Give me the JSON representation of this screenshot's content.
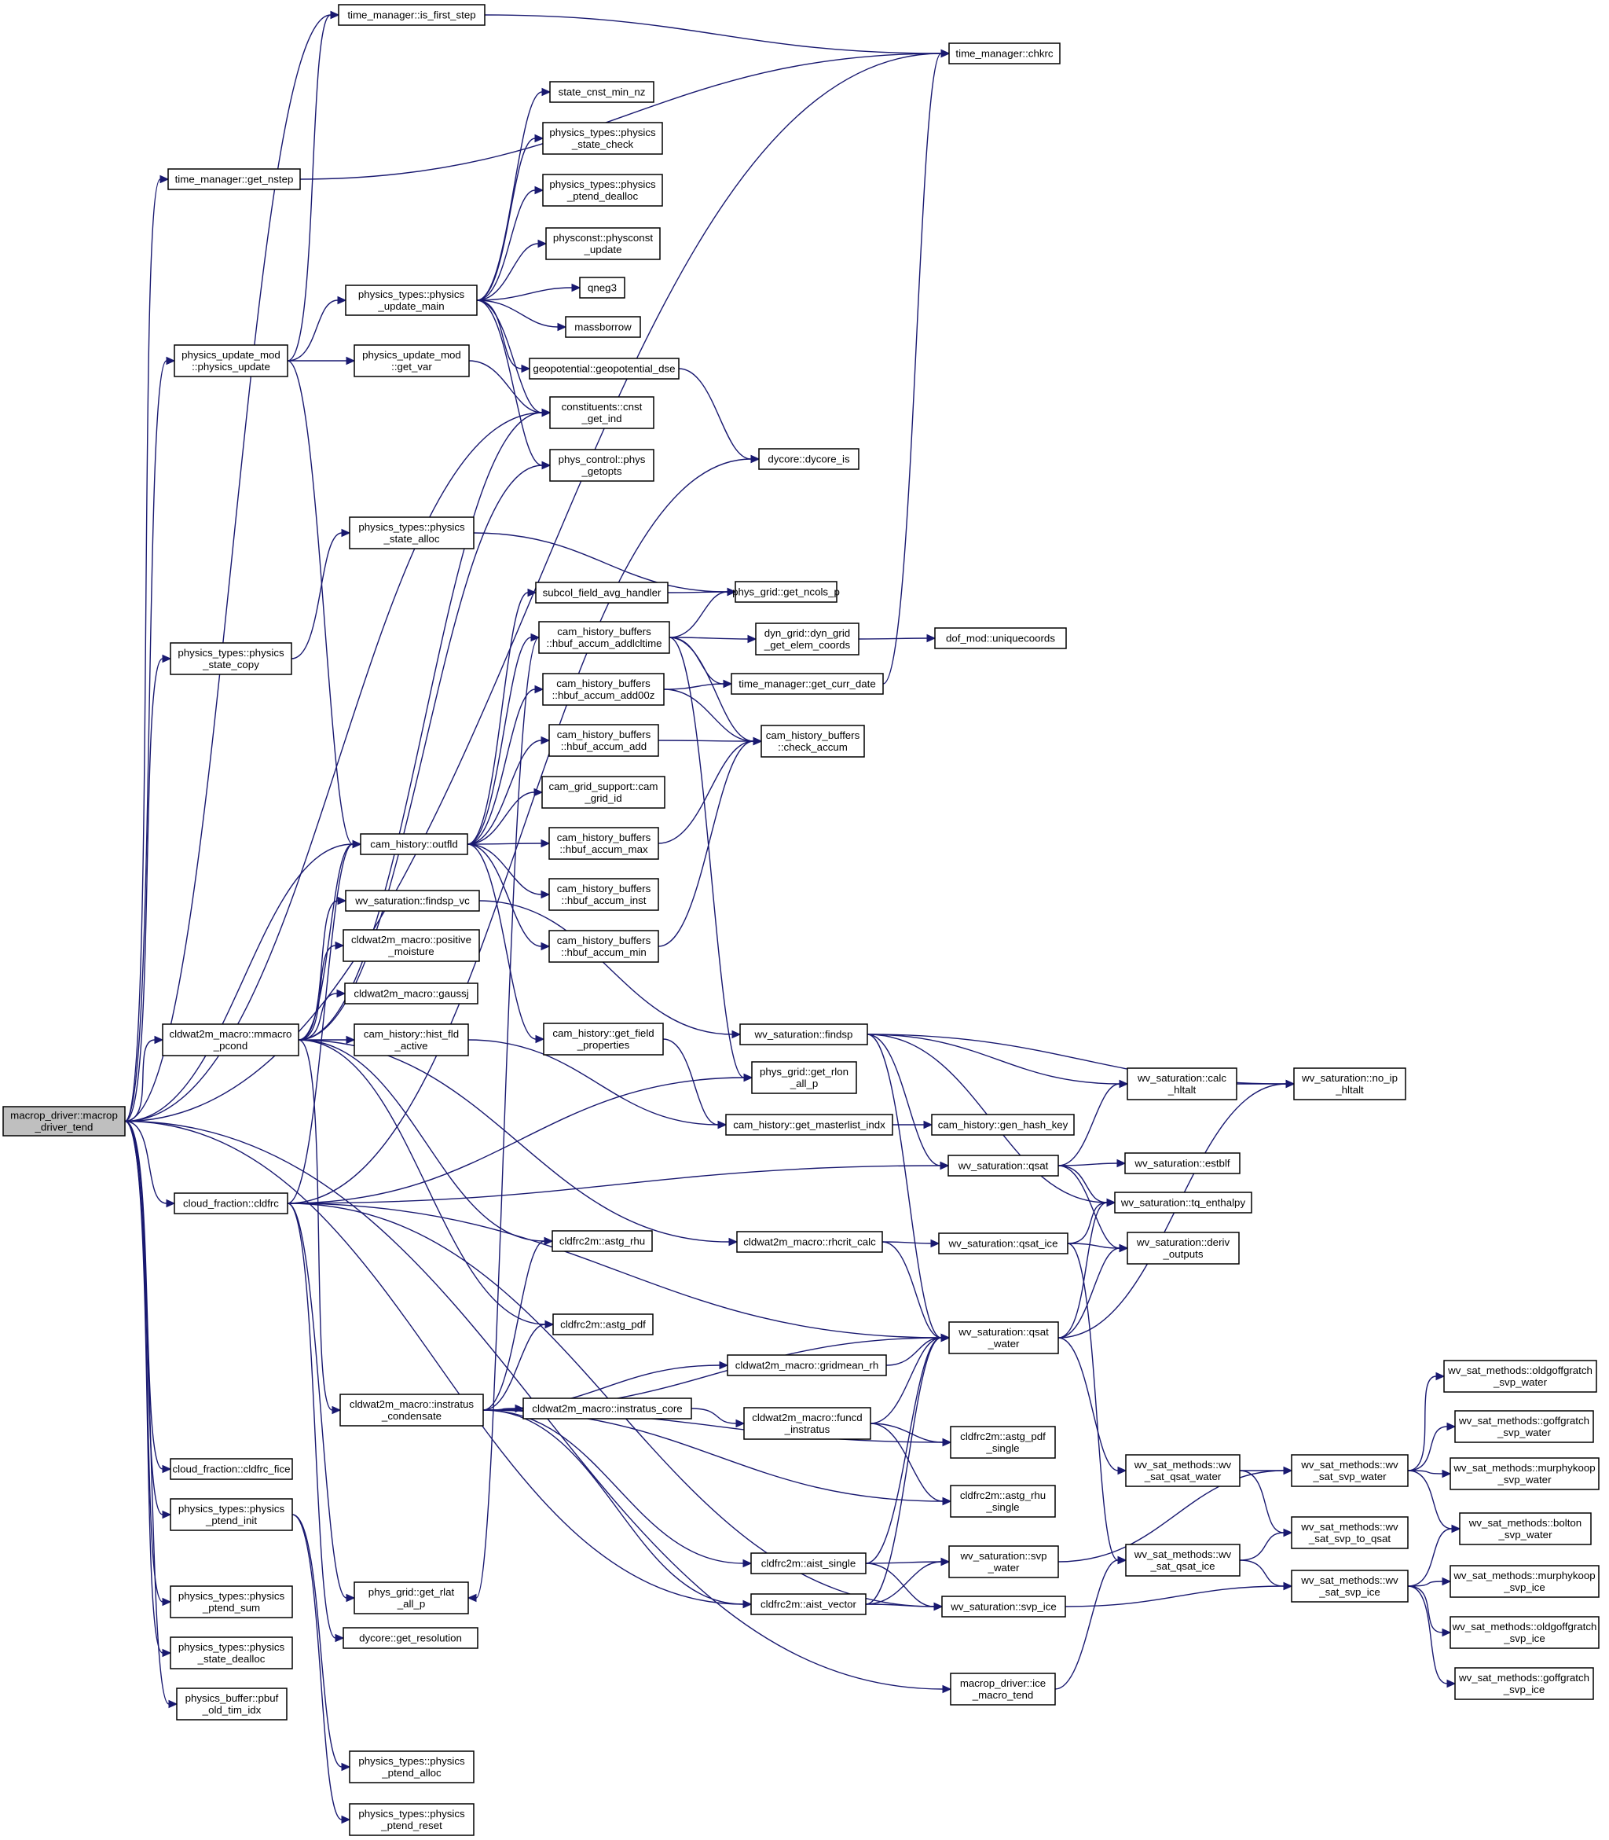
{
  "graph": {
    "colors": {
      "edge": "#191970",
      "root_fill": "#bfbfbf",
      "node_fill": "#ffffff",
      "node_border": "#000000"
    },
    "root": "root",
    "nodes": [
      {
        "id": "root",
        "label": [
          "macrop_driver::macrop",
          "_driver_tend"
        ]
      },
      {
        "id": "first_step",
        "label": [
          "time_manager::is_first_step"
        ]
      },
      {
        "id": "chkrc",
        "label": [
          "time_manager::chkrc"
        ]
      },
      {
        "id": "nstep",
        "label": [
          "time_manager::get_nstep"
        ]
      },
      {
        "id": "state_cnst_min",
        "label": [
          "state_cnst_min_nz"
        ]
      },
      {
        "id": "pt_state_check",
        "label": [
          "physics_types::physics",
          "_state_check"
        ]
      },
      {
        "id": "pt_ptend_dealloc",
        "label": [
          "physics_types::physics",
          "_ptend_dealloc"
        ]
      },
      {
        "id": "physconst_update",
        "label": [
          "physconst::physconst",
          "_update"
        ]
      },
      {
        "id": "qneg3",
        "label": [
          "qneg3"
        ]
      },
      {
        "id": "massborrow",
        "label": [
          "massborrow"
        ]
      },
      {
        "id": "geopotential",
        "label": [
          "geopotential::geopotential_dse"
        ]
      },
      {
        "id": "pt_update_main",
        "label": [
          "physics_types::physics",
          "_update_main"
        ]
      },
      {
        "id": "pu_physics_update",
        "label": [
          "physics_update_mod",
          "::physics_update"
        ]
      },
      {
        "id": "pu_get_var",
        "label": [
          "physics_update_mod",
          "::get_var"
        ]
      },
      {
        "id": "cnst_get_ind",
        "label": [
          "constituents::cnst",
          "_get_ind"
        ]
      },
      {
        "id": "phys_getopts",
        "label": [
          "phys_control::phys",
          "_getopts"
        ]
      },
      {
        "id": "dycore_is",
        "label": [
          "dycore::dycore_is"
        ]
      },
      {
        "id": "pt_state_alloc",
        "label": [
          "physics_types::physics",
          "_state_alloc"
        ]
      },
      {
        "id": "subcol",
        "label": [
          "subcol_field_avg_handler"
        ]
      },
      {
        "id": "get_ncols",
        "label": [
          "phys_grid::get_ncols_p"
        ]
      },
      {
        "id": "hbuf_addlcltime",
        "label": [
          "cam_history_buffers",
          "::hbuf_accum_addlcltime"
        ]
      },
      {
        "id": "dyn_grid",
        "label": [
          "dyn_grid::dyn_grid",
          "_get_elem_coords"
        ]
      },
      {
        "id": "uniquecoords",
        "label": [
          "dof_mod::uniquecoords"
        ]
      },
      {
        "id": "pt_state_copy",
        "label": [
          "physics_types::physics",
          "_state_copy"
        ]
      },
      {
        "id": "hbuf_add00z",
        "label": [
          "cam_history_buffers",
          "::hbuf_accum_add00z"
        ]
      },
      {
        "id": "get_curr_date",
        "label": [
          "time_manager::get_curr_date"
        ]
      },
      {
        "id": "hbuf_add",
        "label": [
          "cam_history_buffers",
          "::hbuf_accum_add"
        ]
      },
      {
        "id": "check_accum",
        "label": [
          "cam_history_buffers",
          "::check_accum"
        ]
      },
      {
        "id": "grid_id",
        "label": [
          "cam_grid_support::cam",
          "_grid_id"
        ]
      },
      {
        "id": "outfld",
        "label": [
          "cam_history::outfld"
        ]
      },
      {
        "id": "hbuf_max",
        "label": [
          "cam_history_buffers",
          "::hbuf_accum_max"
        ]
      },
      {
        "id": "hbuf_inst",
        "label": [
          "cam_history_buffers",
          "::hbuf_accum_inst"
        ]
      },
      {
        "id": "findsp_vc",
        "label": [
          "wv_saturation::findsp_vc"
        ]
      },
      {
        "id": "positive_moisture",
        "label": [
          "cldwat2m_macro::positive",
          "_moisture"
        ]
      },
      {
        "id": "hbuf_min",
        "label": [
          "cam_history_buffers",
          "::hbuf_accum_min"
        ]
      },
      {
        "id": "gaussj",
        "label": [
          "cldwat2m_macro::gaussj"
        ]
      },
      {
        "id": "mmacro",
        "label": [
          "cldwat2m_macro::mmacro",
          "_pcond"
        ]
      },
      {
        "id": "hist_fld_active",
        "label": [
          "cam_history::hist_fld",
          "_active"
        ]
      },
      {
        "id": "get_field_props",
        "label": [
          "cam_history::get_field",
          "_properties"
        ]
      },
      {
        "id": "findsp",
        "label": [
          "wv_saturation::findsp"
        ]
      },
      {
        "id": "calc_hltalt",
        "label": [
          "wv_saturation::calc",
          "_hltalt"
        ]
      },
      {
        "id": "no_ip_hltalt",
        "label": [
          "wv_saturation::no_ip",
          "_hltalt"
        ]
      },
      {
        "id": "get_rlon",
        "label": [
          "phys_grid::get_rlon",
          "_all_p"
        ]
      },
      {
        "id": "masterlist",
        "label": [
          "cam_history::get_masterlist_indx"
        ]
      },
      {
        "id": "gen_hash_key",
        "label": [
          "cam_history::gen_hash_key"
        ]
      },
      {
        "id": "qsat",
        "label": [
          "wv_saturation::qsat"
        ]
      },
      {
        "id": "estblf",
        "label": [
          "wv_saturation::estblf"
        ]
      },
      {
        "id": "cldfrc",
        "label": [
          "cloud_fraction::cldfrc"
        ]
      },
      {
        "id": "tq_enthalpy",
        "label": [
          "wv_saturation::tq_enthalpy"
        ]
      },
      {
        "id": "astg_rhu",
        "label": [
          "cldfrc2m::astg_rhu"
        ]
      },
      {
        "id": "rhcrit",
        "label": [
          "cldwat2m_macro::rhcrit_calc"
        ]
      },
      {
        "id": "qsat_ice",
        "label": [
          "wv_saturation::qsat_ice"
        ]
      },
      {
        "id": "deriv_outputs",
        "label": [
          "wv_saturation::deriv",
          "_outputs"
        ]
      },
      {
        "id": "astg_pdf",
        "label": [
          "cldfrc2m::astg_pdf"
        ]
      },
      {
        "id": "qsat_water",
        "label": [
          "wv_saturation::qsat",
          "_water"
        ]
      },
      {
        "id": "gridmean_rh",
        "label": [
          "cldwat2m_macro::gridmean_rh"
        ]
      },
      {
        "id": "instratus_cond",
        "label": [
          "cldwat2m_macro::instratus",
          "_condensate"
        ]
      },
      {
        "id": "instratus_core",
        "label": [
          "cldwat2m_macro::instratus_core"
        ]
      },
      {
        "id": "funcd",
        "label": [
          "cldwat2m_macro::funcd",
          "_instratus"
        ]
      },
      {
        "id": "astg_pdf_single",
        "label": [
          "cldfrc2m::astg_pdf",
          "_single"
        ]
      },
      {
        "id": "oldgoff_water",
        "label": [
          "wv_sat_methods::oldgoffgratch",
          "_svp_water"
        ]
      },
      {
        "id": "goff_water",
        "label": [
          "wv_sat_methods::goffgratch",
          "_svp_water"
        ]
      },
      {
        "id": "wvsm_qsat_water",
        "label": [
          "wv_sat_methods::wv",
          "_sat_qsat_water"
        ]
      },
      {
        "id": "wvsm_svp_water",
        "label": [
          "wv_sat_methods::wv",
          "_sat_svp_water"
        ]
      },
      {
        "id": "murphy_water",
        "label": [
          "wv_sat_methods::murphykoop",
          "_svp_water"
        ]
      },
      {
        "id": "cldfrc_fice",
        "label": [
          "cloud_fraction::cldfrc_fice"
        ]
      },
      {
        "id": "astg_rhu_single",
        "label": [
          "cldfrc2m::astg_rhu",
          "_single"
        ]
      },
      {
        "id": "svp_to_qsat",
        "label": [
          "wv_sat_methods::wv",
          "_sat_svp_to_qsat"
        ]
      },
      {
        "id": "bolton_water",
        "label": [
          "wv_sat_methods::bolton",
          "_svp_water"
        ]
      },
      {
        "id": "pt_ptend_init",
        "label": [
          "physics_types::physics",
          "_ptend_init"
        ]
      },
      {
        "id": "aist_single",
        "label": [
          "cldfrc2m::aist_single"
        ]
      },
      {
        "id": "svp_water",
        "label": [
          "wv_saturation::svp",
          "_water"
        ]
      },
      {
        "id": "wvsm_qsat_ice",
        "label": [
          "wv_sat_methods::wv",
          "_sat_qsat_ice"
        ]
      },
      {
        "id": "wvsm_svp_ice",
        "label": [
          "wv_sat_methods::wv",
          "_sat_svp_ice"
        ]
      },
      {
        "id": "murphy_ice",
        "label": [
          "wv_sat_methods::murphykoop",
          "_svp_ice"
        ]
      },
      {
        "id": "pt_ptend_sum",
        "label": [
          "physics_types::physics",
          "_ptend_sum"
        ]
      },
      {
        "id": "get_rlat",
        "label": [
          "phys_grid::get_rlat",
          "_all_p"
        ]
      },
      {
        "id": "aist_vector",
        "label": [
          "cldfrc2m::aist_vector"
        ]
      },
      {
        "id": "svp_ice",
        "label": [
          "wv_saturation::svp_ice"
        ]
      },
      {
        "id": "pt_state_dealloc",
        "label": [
          "physics_types::physics",
          "_state_dealloc"
        ]
      },
      {
        "id": "get_resolution",
        "label": [
          "dycore::get_resolution"
        ]
      },
      {
        "id": "oldgoff_ice",
        "label": [
          "wv_sat_methods::oldgoffgratch",
          "_svp_ice"
        ]
      },
      {
        "id": "pbuf_old_tim",
        "label": [
          "physics_buffer::pbuf",
          "_old_tim_idx"
        ]
      },
      {
        "id": "ice_macro_tend",
        "label": [
          "macrop_driver::ice",
          "_macro_tend"
        ]
      },
      {
        "id": "goff_ice",
        "label": [
          "wv_sat_methods::goffgratch",
          "_svp_ice"
        ]
      },
      {
        "id": "pt_ptend_alloc",
        "label": [
          "physics_types::physics",
          "_ptend_alloc"
        ]
      },
      {
        "id": "pt_ptend_reset",
        "label": [
          "physics_types::physics",
          "_ptend_reset"
        ]
      }
    ],
    "edges": [
      [
        "root",
        "first_step"
      ],
      [
        "root",
        "chkrc"
      ],
      [
        "root",
        "nstep"
      ],
      [
        "root",
        "pu_physics_update"
      ],
      [
        "root",
        "cnst_get_ind"
      ],
      [
        "root",
        "pt_state_copy"
      ],
      [
        "root",
        "outfld"
      ],
      [
        "root",
        "mmacro"
      ],
      [
        "root",
        "cldfrc"
      ],
      [
        "root",
        "cldfrc_fice"
      ],
      [
        "root",
        "pt_ptend_init"
      ],
      [
        "root",
        "pt_ptend_sum"
      ],
      [
        "root",
        "pt_state_dealloc"
      ],
      [
        "root",
        "pbuf_old_tim"
      ],
      [
        "root",
        "ice_macro_tend"
      ],
      [
        "root",
        "aist_vector"
      ],
      [
        "first_step",
        "chkrc"
      ],
      [
        "nstep",
        "chkrc"
      ],
      [
        "pu_physics_update",
        "first_step"
      ],
      [
        "pu_physics_update",
        "pt_update_main"
      ],
      [
        "pu_physics_update",
        "pu_get_var"
      ],
      [
        "pu_physics_update",
        "outfld"
      ],
      [
        "pt_update_main",
        "state_cnst_min"
      ],
      [
        "pt_update_main",
        "pt_state_check"
      ],
      [
        "pt_update_main",
        "pt_ptend_dealloc"
      ],
      [
        "pt_update_main",
        "physconst_update"
      ],
      [
        "pt_update_main",
        "qneg3"
      ],
      [
        "pt_update_main",
        "massborrow"
      ],
      [
        "pt_update_main",
        "geopotential"
      ],
      [
        "pt_update_main",
        "cnst_get_ind"
      ],
      [
        "pt_update_main",
        "phys_getopts"
      ],
      [
        "pu_get_var",
        "cnst_get_ind"
      ],
      [
        "geopotential",
        "dycore_is"
      ],
      [
        "pt_state_copy",
        "pt_state_alloc"
      ],
      [
        "pt_state_alloc",
        "get_ncols"
      ],
      [
        "outfld",
        "subcol"
      ],
      [
        "outfld",
        "hbuf_addlcltime"
      ],
      [
        "outfld",
        "hbuf_add00z"
      ],
      [
        "outfld",
        "hbuf_add"
      ],
      [
        "outfld",
        "grid_id"
      ],
      [
        "outfld",
        "hbuf_max"
      ],
      [
        "outfld",
        "hbuf_inst"
      ],
      [
        "outfld",
        "hbuf_min"
      ],
      [
        "outfld",
        "get_field_props"
      ],
      [
        "subcol",
        "get_ncols"
      ],
      [
        "hbuf_addlcltime",
        "get_ncols"
      ],
      [
        "hbuf_addlcltime",
        "dyn_grid"
      ],
      [
        "hbuf_addlcltime",
        "get_curr_date"
      ],
      [
        "hbuf_addlcltime",
        "check_accum"
      ],
      [
        "hbuf_addlcltime",
        "get_rlon"
      ],
      [
        "hbuf_addlcltime",
        "get_rlat"
      ],
      [
        "dyn_grid",
        "uniquecoords"
      ],
      [
        "get_curr_date",
        "chkrc"
      ],
      [
        "hbuf_add00z",
        "get_curr_date"
      ],
      [
        "hbuf_add00z",
        "check_accum"
      ],
      [
        "hbuf_add",
        "check_accum"
      ],
      [
        "hbuf_max",
        "check_accum"
      ],
      [
        "hbuf_min",
        "check_accum"
      ],
      [
        "get_field_props",
        "masterlist"
      ],
      [
        "masterlist",
        "gen_hash_key"
      ],
      [
        "mmacro",
        "outfld"
      ],
      [
        "mmacro",
        "findsp_vc"
      ],
      [
        "mmacro",
        "positive_moisture"
      ],
      [
        "mmacro",
        "gaussj"
      ],
      [
        "mmacro",
        "hist_fld_active"
      ],
      [
        "mmacro",
        "cnst_get_ind"
      ],
      [
        "mmacro",
        "phys_getopts"
      ],
      [
        "mmacro",
        "astg_rhu"
      ],
      [
        "mmacro",
        "astg_pdf"
      ],
      [
        "mmacro",
        "rhcrit"
      ],
      [
        "mmacro",
        "instratus_cond"
      ],
      [
        "findsp_vc",
        "findsp"
      ],
      [
        "hist_fld_active",
        "masterlist"
      ],
      [
        "findsp",
        "no_ip_hltalt"
      ],
      [
        "findsp",
        "calc_hltalt"
      ],
      [
        "findsp",
        "qsat"
      ],
      [
        "findsp",
        "qsat_water"
      ],
      [
        "findsp",
        "tq_enthalpy"
      ],
      [
        "calc_hltalt",
        "no_ip_hltalt"
      ],
      [
        "qsat",
        "estblf"
      ],
      [
        "qsat",
        "calc_hltalt"
      ],
      [
        "qsat",
        "tq_enthalpy"
      ],
      [
        "qsat",
        "deriv_outputs"
      ],
      [
        "cldfrc",
        "outfld"
      ],
      [
        "cldfrc",
        "dycore_is"
      ],
      [
        "cldfrc",
        "get_rlon"
      ],
      [
        "cldfrc",
        "qsat"
      ],
      [
        "cldfrc",
        "qsat_water"
      ],
      [
        "cldfrc",
        "get_resolution"
      ],
      [
        "cldfrc",
        "get_rlat"
      ],
      [
        "cldfrc",
        "svp_ice"
      ],
      [
        "rhcrit",
        "qsat_ice"
      ],
      [
        "rhcrit",
        "qsat_water"
      ],
      [
        "qsat_ice",
        "deriv_outputs"
      ],
      [
        "qsat_ice",
        "tq_enthalpy"
      ],
      [
        "qsat_ice",
        "wvsm_qsat_ice"
      ],
      [
        "qsat_water",
        "deriv_outputs"
      ],
      [
        "qsat_water",
        "tq_enthalpy"
      ],
      [
        "qsat_water",
        "no_ip_hltalt"
      ],
      [
        "qsat_water",
        "wvsm_qsat_water"
      ],
      [
        "gridmean_rh",
        "qsat_water"
      ],
      [
        "instratus_cond",
        "astg_rhu"
      ],
      [
        "instratus_cond",
        "astg_pdf"
      ],
      [
        "instratus_cond",
        "gridmean_rh"
      ],
      [
        "instratus_cond",
        "qsat_water"
      ],
      [
        "instratus_cond",
        "instratus_core"
      ],
      [
        "instratus_cond",
        "astg_pdf_single"
      ],
      [
        "instratus_cond",
        "astg_rhu_single"
      ],
      [
        "instratus_cond",
        "aist_single"
      ],
      [
        "instratus_cond",
        "aist_vector"
      ],
      [
        "instratus_core",
        "funcd"
      ],
      [
        "funcd",
        "qsat_water"
      ],
      [
        "funcd",
        "astg_pdf_single"
      ],
      [
        "funcd",
        "astg_rhu_single"
      ],
      [
        "aist_single",
        "qsat_water"
      ],
      [
        "aist_single",
        "svp_water"
      ],
      [
        "aist_single",
        "svp_ice"
      ],
      [
        "aist_vector",
        "qsat_water"
      ],
      [
        "aist_vector",
        "svp_water"
      ],
      [
        "aist_vector",
        "svp_ice"
      ],
      [
        "svp_water",
        "wvsm_svp_water"
      ],
      [
        "svp_ice",
        "wvsm_svp_ice"
      ],
      [
        "wvsm_qsat_water",
        "wvsm_svp_water"
      ],
      [
        "wvsm_qsat_water",
        "svp_to_qsat"
      ],
      [
        "wvsm_svp_water",
        "oldgoff_water"
      ],
      [
        "wvsm_svp_water",
        "goff_water"
      ],
      [
        "wvsm_svp_water",
        "murphy_water"
      ],
      [
        "wvsm_svp_water",
        "bolton_water"
      ],
      [
        "wvsm_qsat_ice",
        "svp_to_qsat"
      ],
      [
        "wvsm_qsat_ice",
        "wvsm_svp_ice"
      ],
      [
        "wvsm_svp_ice",
        "bolton_water"
      ],
      [
        "wvsm_svp_ice",
        "murphy_ice"
      ],
      [
        "wvsm_svp_ice",
        "oldgoff_ice"
      ],
      [
        "wvsm_svp_ice",
        "goff_ice"
      ],
      [
        "ice_macro_tend",
        "wvsm_qsat_ice"
      ],
      [
        "pt_ptend_init",
        "pt_ptend_alloc"
      ],
      [
        "pt_ptend_init",
        "pt_ptend_reset"
      ]
    ]
  }
}
